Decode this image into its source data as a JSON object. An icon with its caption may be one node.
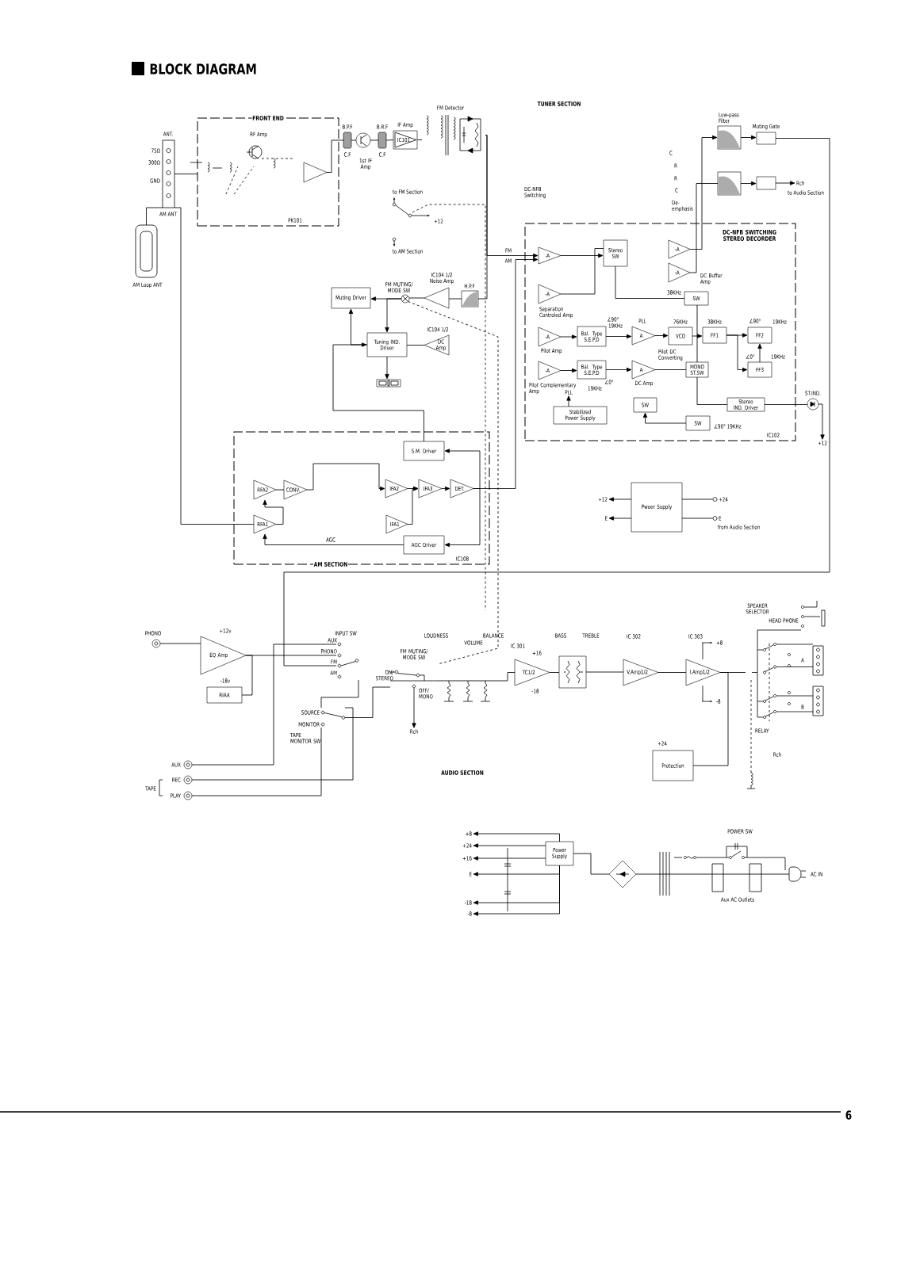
{
  "diagram": {
    "title": "BLOCK DIAGRAM",
    "nodes": [
      {
        "text": [
          "FRONT END",
          "PK101"
        ]
      },
      {
        "text": [],
        "shape": "triangle",
        "in": 0
      },
      {
        "text": [
          "B.P.F",
          "C.F"
        ]
      },
      {
        "text": [
          "1st IF Amp"
        ]
      },
      {
        "text": [
          "B.R.F",
          "C.F"
        ]
      },
      {
        "text": [
          "IF Amp",
          "IC101"
        ]
      },
      {
        "text": [
          "FM Detector"
        ]
      },
      {
        "text": [
          "Low-pass Filter"
        ]
      },
      {
        "text": [
          "Muting Gate"
        ]
      },
      {
        "text": [],
        "shape": "box"
      },
      {
        "text": [],
        "shape": "box"
      },
      {
        "text": [
          "DC-NFB SWITCHING STEREO DECORDER",
          "IC102"
        ]
      },
      {
        "text": [
          "-A"
        ],
        "in": 11
      },
      {
        "text": [
          "Stereo SW"
        ],
        "in": 11
      },
      {
        "text": [
          "-A"
        ],
        "in": 11
      },
      {
        "text": [
          "-A"
        ],
        "in": 11,
        "beside": [
          "DC Buffer Amp"
        ]
      },
      {
        "text": [
          "-A"
        ],
        "in": 11,
        "beside": [
          "Separation Controled Amp"
        ]
      },
      {
        "text": [
          "SW"
        ],
        "in": 11,
        "beside": [
          "38KHz"
        ]
      },
      {
        "text": [
          "-A"
        ],
        "in": 11,
        "beside": [
          "Pilot Amp"
        ]
      },
      {
        "text": [
          "Bal. Type S.E.P.D"
        ],
        "in": 11
      },
      {
        "text": [
          "A"
        ],
        "in": 11,
        "beside": [
          "PLL"
        ]
      },
      {
        "text": [
          "VCO"
        ],
        "in": 11,
        "beside": [
          "76KHz"
        ]
      },
      {
        "text": [
          "FF1"
        ],
        "in": 11,
        "beside": [
          "38KHz"
        ]
      },
      {
        "text": [
          "FF2"
        ],
        "in": 11,
        "beside": [
          "∠90°",
          "19KHz"
        ]
      },
      {
        "text": [
          "-A"
        ],
        "in": 11,
        "beside": [
          "Pilot Complementary Amp"
        ]
      },
      {
        "text": [
          "Bal. Type S.E.P.D"
        ],
        "in": 11
      },
      {
        "text": [
          "A"
        ],
        "in": 11,
        "beside": [
          "DC Amp",
          "Pilot DC Converting"
        ]
      },
      {
        "text": [
          "MONO ST.SW"
        ],
        "in": 11
      },
      {
        "text": [
          "FF3"
        ],
        "in": 11,
        "beside": [
          "∠0°",
          "19KHz"
        ]
      },
      {
        "text": [
          "Stabilized Power Supply"
        ],
        "in": 11
      },
      {
        "text": [
          "SW"
        ],
        "in": 11
      },
      {
        "text": [
          "Stereo IND. Driver"
        ],
        "in": 11
      },
      {
        "text": [
          "SW"
        ],
        "in": 11,
        "beside": [
          "∠90° 19KHz"
        ]
      },
      {
        "text": [
          "ST.IND."
        ]
      },
      {
        "text": [
          "Muting Driver"
        ]
      },
      {
        "text": [],
        "shape": "triangle",
        "beside": [
          "IC104 1/2",
          "Noise Amp"
        ]
      },
      {
        "text": [
          "H.P.F"
        ]
      },
      {
        "text": [
          "FM MUTING/ MODE SW"
        ]
      },
      {
        "text": [
          "Tuning IND. Driver"
        ]
      },
      {
        "text": [
          "DC Amp"
        ],
        "beside": [
          "IC104 1/2"
        ]
      },
      {
        "text": [],
        "shape": "box"
      },
      {
        "text": [
          "AM SECTION",
          "IC108"
        ]
      },
      {
        "text": [
          "S.M. Driver"
        ],
        "in": 41
      },
      {
        "text": [
          "RFA2"
        ],
        "in": 41
      },
      {
        "text": [
          "CONV."
        ],
        "in": 41
      },
      {
        "text": [
          "RFA1"
        ],
        "in": 41
      },
      {
        "text": [
          "IFA2"
        ],
        "in": 41
      },
      {
        "text": [
          "IFA3"
        ],
        "in": 41
      },
      {
        "text": [
          "DET."
        ],
        "in": 41
      },
      {
        "text": [
          "IFA1"
        ],
        "in": 41
      },
      {
        "text": [
          "AGC Driver"
        ],
        "in": 41
      },
      {
        "text": [
          "Pwoer Supply"
        ]
      },
      {
        "text": [
          "PHONO"
        ]
      },
      {
        "text": [
          "EQ Amp"
        ],
        "beside": [
          "+12v",
          "-18v"
        ]
      },
      {
        "text": [
          "RIAA"
        ]
      },
      {
        "text": [
          "INPUT SW",
          "AUX",
          "PHONO",
          "FM",
          "AM"
        ]
      },
      {
        "text": [
          "SOURCE",
          "MONITOR",
          "TAPE MONITOR SW"
        ]
      },
      {
        "text": [
          "AUX"
        ]
      },
      {
        "text": [
          "REC"
        ]
      },
      {
        "text": [
          "PLAY"
        ]
      },
      {
        "text": [
          "FM MUTING/ MODE SW",
          "ON/ STEREO",
          "OFF/ MONO"
        ]
      },
      {
        "text": [
          "TC1/2"
        ],
        "beside": [
          "IC 301",
          "+16",
          "-18"
        ]
      },
      {
        "text": [],
        "shape": "box"
      },
      {
        "text": [
          "V.Amp1/2"
        ]
      },
      {
        "text": [
          "I.Amp1/2"
        ]
      },
      {
        "text": [
          "Protection"
        ],
        "beside": [
          "+24"
        ]
      },
      {
        "text": [
          "SPEAKER SELECTOR",
          "A",
          "B"
        ]
      },
      {
        "text": [
          "Power Supply"
        ]
      },
      {
        "text": [],
        "shape": "diamond"
      },
      {
        "text": [
          "AC IN"
        ]
      },
      {
        "text": [
          "ANT.",
          "75Ω",
          "300Ω",
          "GND",
          "AM ANT"
        ]
      },
      {
        "text": [
          "AM Loop ANT"
        ]
      },
      {
        "text": [
          "Rch"
        ]
      },
      {
        "text": [
          "PLL"
        ],
        "in": 11
      },
      {
        "text": [
          "+12"
        ]
      },
      {
        "text": [
          "Rch"
        ]
      },
      {
        "text": [
          "+8"
        ]
      },
      {
        "text": [
          "+24"
        ]
      },
      {
        "text": [
          "+16"
        ]
      },
      {
        "text": [
          "E"
        ]
      },
      {
        "text": [
          "-18"
        ]
      },
      {
        "text": [
          "-8"
        ]
      },
      {
        "text": [
          "+12"
        ]
      },
      {
        "text": [
          "E"
        ]
      },
      {
        "text": [
          "+24"
        ]
      },
      {
        "text": [
          "E"
        ]
      }
    ],
    "edges": [
      {
        "from": 70,
        "to": 0,
        "arrow": "none"
      },
      {
        "from": 71,
        "to": 70,
        "arrow": "none"
      },
      {
        "from": 70,
        "to": 45,
        "arrow": "none"
      },
      {
        "from": 1,
        "to": 2,
        "arrow": "none"
      },
      {
        "from": 2,
        "to": 3,
        "arrow": "none"
      },
      {
        "from": 3,
        "to": 4,
        "arrow": "none"
      },
      {
        "from": 4,
        "to": 5,
        "arrow": "none"
      },
      {
        "from": 5,
        "to": 6,
        "arrow": "none"
      },
      {
        "from": 6,
        "to": 12,
        "arrow": "to"
      },
      {
        "from": 6,
        "to": 36,
        "arrow": "none"
      },
      {
        "from": 36,
        "to": 35,
        "arrow": "none"
      },
      {
        "from": 35,
        "to": 37,
        "arrow": "none"
      },
      {
        "from": 37,
        "to": 34,
        "arrow": "to"
      },
      {
        "from": 37,
        "to": 38,
        "arrow": "to"
      },
      {
        "from": 38,
        "to": 34,
        "arrow": "to"
      },
      {
        "from": 39,
        "to": 38,
        "arrow": "none"
      },
      {
        "from": 38,
        "to": 40,
        "arrow": "to"
      },
      {
        "from": 42,
        "to": 38,
        "arrow": "to"
      },
      {
        "from": 45,
        "to": 43,
        "arrow": "to"
      },
      {
        "from": 43,
        "to": 44,
        "arrow": "none"
      },
      {
        "from": 44,
        "to": 46,
        "arrow": "to"
      },
      {
        "from": 46,
        "to": 47,
        "arrow": "to"
      },
      {
        "from": 47,
        "to": 48,
        "arrow": "to"
      },
      {
        "from": 49,
        "to": 47,
        "arrow": "to"
      },
      {
        "from": 48,
        "to": 50,
        "arrow": "to"
      },
      {
        "from": 48,
        "to": 42,
        "arrow": "to"
      },
      {
        "from": 50,
        "to": 45,
        "arrow": "to"
      },
      {
        "from": 48,
        "to": 12,
        "arrow": "to"
      },
      {
        "from": 12,
        "to": 13,
        "arrow": "to"
      },
      {
        "from": 17,
        "to": 13,
        "arrow": "none"
      },
      {
        "from": 16,
        "to": 13,
        "arrow": "none"
      },
      {
        "from": 14,
        "to": 7,
        "arrow": "to"
      },
      {
        "from": 15,
        "to": 9,
        "arrow": "none"
      },
      {
        "from": 7,
        "to": 8,
        "arrow": "to"
      },
      {
        "from": 9,
        "to": 10,
        "arrow": "to"
      },
      {
        "from": 10,
        "to": 72,
        "arrow": "to"
      },
      {
        "from": 18,
        "to": 19,
        "arrow": "to"
      },
      {
        "from": 24,
        "to": 25,
        "arrow": "to"
      },
      {
        "from": 19,
        "to": 20,
        "arrow": "to"
      },
      {
        "from": 20,
        "to": 21,
        "arrow": "to"
      },
      {
        "from": 21,
        "to": 22,
        "arrow": "to"
      },
      {
        "from": 22,
        "to": 23,
        "arrow": "to"
      },
      {
        "from": 22,
        "to": 28,
        "arrow": "to"
      },
      {
        "from": 28,
        "to": 23,
        "arrow": "to"
      },
      {
        "from": 25,
        "to": 26,
        "arrow": "to"
      },
      {
        "from": 26,
        "to": 27,
        "arrow": "none"
      },
      {
        "from": 27,
        "to": 17,
        "arrow": "none"
      },
      {
        "from": 27,
        "to": 31,
        "arrow": "none"
      },
      {
        "from": 31,
        "to": 33,
        "arrow": "none"
      },
      {
        "from": 32,
        "to": 30,
        "arrow": "to"
      },
      {
        "from": 29,
        "to": 73,
        "arrow": "to"
      },
      {
        "from": 33,
        "to": 74,
        "arrow": "to"
      },
      {
        "from": 8,
        "to": 55,
        "arrow": "none"
      },
      {
        "from": 52,
        "to": 53,
        "arrow": "none"
      },
      {
        "from": 53,
        "to": 55,
        "arrow": "none"
      },
      {
        "from": 54,
        "to": 53,
        "arrow": "none"
      },
      {
        "from": 57,
        "to": 55,
        "arrow": "none"
      },
      {
        "from": 55,
        "to": 56,
        "arrow": "none"
      },
      {
        "from": 58,
        "to": 56,
        "arrow": "none"
      },
      {
        "from": 59,
        "to": 56,
        "arrow": "none"
      },
      {
        "from": 56,
        "to": 60,
        "arrow": "none"
      },
      {
        "from": 60,
        "to": 61,
        "arrow": "none"
      },
      {
        "from": 60,
        "to": 75,
        "arrow": "to"
      },
      {
        "from": 61,
        "to": 62,
        "arrow": "none"
      },
      {
        "from": 62,
        "to": 63,
        "arrow": "none"
      },
      {
        "from": 63,
        "to": 64,
        "arrow": "none"
      },
      {
        "from": 64,
        "to": 66,
        "arrow": "none"
      },
      {
        "from": 64,
        "to": 65,
        "arrow": "none"
      },
      {
        "from": 37,
        "to": 60,
        "arrow": "none",
        "style": "dashed"
      },
      {
        "from": 68,
        "to": 67,
        "arrow": "none"
      },
      {
        "from": 69,
        "to": 68,
        "arrow": "none"
      },
      {
        "from": 67,
        "to": 76,
        "arrow": "to"
      },
      {
        "from": 67,
        "to": 77,
        "arrow": "to"
      },
      {
        "from": 67,
        "to": 78,
        "arrow": "to"
      },
      {
        "from": 67,
        "to": 79,
        "arrow": "to"
      },
      {
        "from": 67,
        "to": 80,
        "arrow": "to"
      },
      {
        "from": 67,
        "to": 81,
        "arrow": "to"
      },
      {
        "from": 51,
        "to": 82,
        "arrow": "to"
      },
      {
        "from": 51,
        "to": 83,
        "arrow": "to"
      },
      {
        "from": 51,
        "to": 84,
        "arrow": "none"
      },
      {
        "from": 51,
        "to": 85,
        "arrow": "none"
      }
    ],
    "labels": [
      "TUNER SECTION",
      "RF Amp",
      "to FM Section",
      "+12",
      "to AM Section",
      "C",
      "R",
      "R",
      "C",
      "De- emphasis",
      "DC-NFB Switching",
      "to Audio Section",
      "FM",
      "AM",
      "∠90°",
      "19KHz",
      "∠0°",
      "19KHz",
      "AGC",
      "from Audio Section",
      "LOUDNESS",
      "BALANCE",
      "VOLUME",
      "BASS",
      "TREBLE",
      "IC 302",
      "IC 303",
      "+8",
      "-8",
      "HEAD PHONE",
      "RELAY",
      "Rch",
      "TAPE",
      "AUDIO SECTION",
      "POWER SW",
      "Aux AC Outlets",
      "6"
    ]
  }
}
